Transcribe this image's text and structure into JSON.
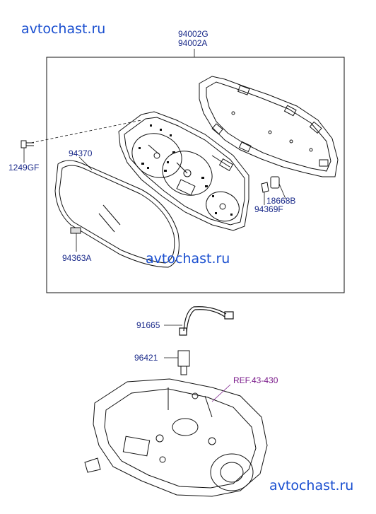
{
  "watermarks": [
    "avtochast.ru",
    "avtochast.ru",
    "avtochast.ru"
  ],
  "labels": {
    "assembly_top": "94002G",
    "assembly_bottom": "94002A",
    "screw": "1249GF",
    "glass": "94370",
    "bulb_socket": "18668B",
    "bulb": "94369F",
    "label_plate": "94363A",
    "harness": "91665",
    "sensor": "96421",
    "ref": "REF.43-430"
  },
  "colors": {
    "watermark": "#1a4fd0",
    "label": "#1a2a8a",
    "ref": "#7a1a8a",
    "line": "#111111"
  }
}
